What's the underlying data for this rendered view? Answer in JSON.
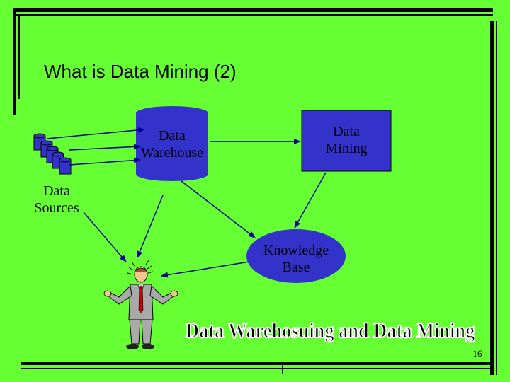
{
  "slide": {
    "title": "What is Data Mining (2)",
    "page_number": "16",
    "banner": "Data Warehosuing and Data Mining"
  },
  "diagram": {
    "data_sources": [
      "Data",
      "Sources"
    ],
    "data_warehouse": [
      "Data",
      "Warehouse"
    ],
    "data_mining": [
      "Data",
      "Mining"
    ],
    "knowledge_base": [
      "Knowledge",
      "Base"
    ]
  },
  "colors": {
    "background": "#66ff33",
    "shape_fill": "#3333cc",
    "arrow": "#000099",
    "text": "#000000"
  },
  "icons": {
    "person": "businessman-shrugging-icon",
    "sources": "stacked-database-icon"
  }
}
